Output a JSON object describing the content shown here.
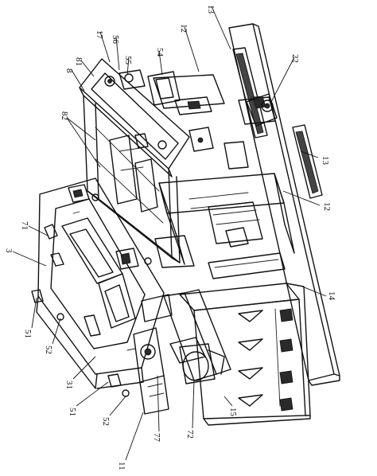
{
  "callouts": [
    {
      "id": "c3",
      "text": "3"
    },
    {
      "id": "c8",
      "text": "8"
    },
    {
      "id": "c11",
      "text": "11"
    },
    {
      "id": "c12a",
      "text": "12"
    },
    {
      "id": "c12b",
      "text": "12"
    },
    {
      "id": "c13a",
      "text": "13"
    },
    {
      "id": "c13b",
      "text": "13"
    },
    {
      "id": "c14",
      "text": "14"
    },
    {
      "id": "c15",
      "text": "15"
    },
    {
      "id": "c17",
      "text": "17"
    },
    {
      "id": "c22",
      "text": "22"
    },
    {
      "id": "c31",
      "text": "31"
    },
    {
      "id": "c51a",
      "text": "51"
    },
    {
      "id": "c51b",
      "text": "51"
    },
    {
      "id": "c52a",
      "text": "52"
    },
    {
      "id": "c52b",
      "text": "52"
    },
    {
      "id": "c54",
      "text": "54"
    },
    {
      "id": "c55",
      "text": "55"
    },
    {
      "id": "c56",
      "text": "56"
    },
    {
      "id": "c71",
      "text": "71"
    },
    {
      "id": "c72",
      "text": "72"
    },
    {
      "id": "c77",
      "text": "77"
    },
    {
      "id": "c81",
      "text": "81"
    },
    {
      "id": "c82",
      "text": "82"
    }
  ]
}
